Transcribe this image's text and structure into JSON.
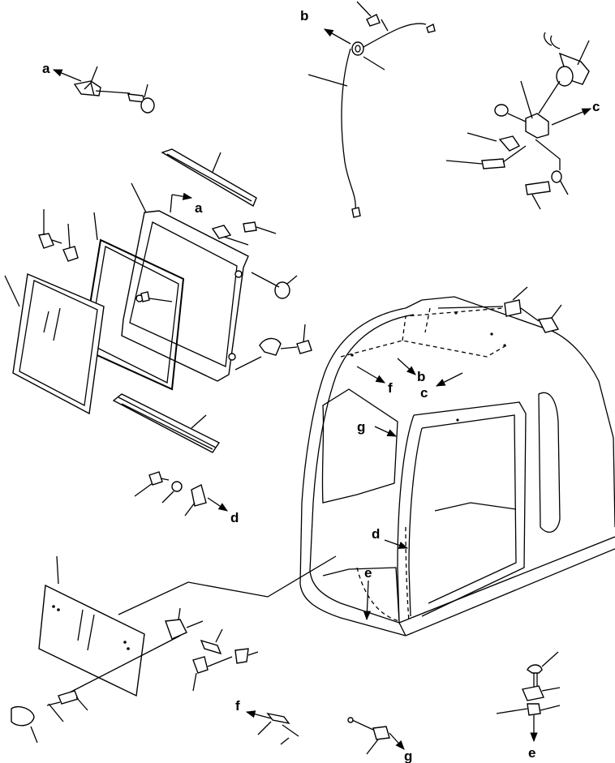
{
  "labels": {
    "a_top": "a",
    "a_frame": "a",
    "b_top": "b",
    "b_cab": "b",
    "c_top": "c",
    "c_cab": "c",
    "d_mid": "d",
    "d_cab": "d",
    "e_cab": "e",
    "e_bottom": "e",
    "f_cab": "f",
    "f_bottom": "f",
    "g_cab": "g",
    "g_bottom": "g"
  }
}
